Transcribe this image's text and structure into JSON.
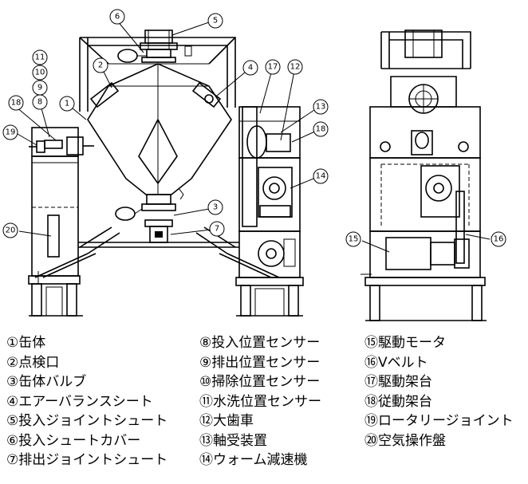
{
  "callouts": {
    "c1": "1",
    "c2": "2",
    "c3": "3",
    "c4": "4",
    "c5": "5",
    "c6": "6",
    "c7": "7",
    "c8": "8",
    "c9": "9",
    "c10": "10",
    "c11": "11",
    "c12": "12",
    "c13": "13",
    "c14": "14",
    "c15": "15",
    "c16": "16",
    "c17": "17",
    "c18": "18",
    "c18b": "18",
    "c19": "19",
    "c20": "20"
  },
  "legend": {
    "col1": [
      "①缶体",
      "②点検口",
      "③缶体バルブ",
      "④エアーバランスシート",
      "⑤投入ジョイントシュート",
      "⑥投入シュートカバー",
      "⑦排出ジョイントシュート"
    ],
    "col2": [
      "⑧投入位置センサー",
      "⑨排出位置センサー",
      "⑩掃除位置センサー",
      "⑪水洗位置センサー",
      "⑫大歯車",
      "⑬軸受装置",
      "⑭ウォーム減速機"
    ],
    "col3": [
      "⑮駆動モータ",
      "⑯Vベルト",
      "⑰駆動架台",
      "⑱従動架台",
      "⑲ロータリージョイント",
      "⑳空気操作盤"
    ]
  }
}
